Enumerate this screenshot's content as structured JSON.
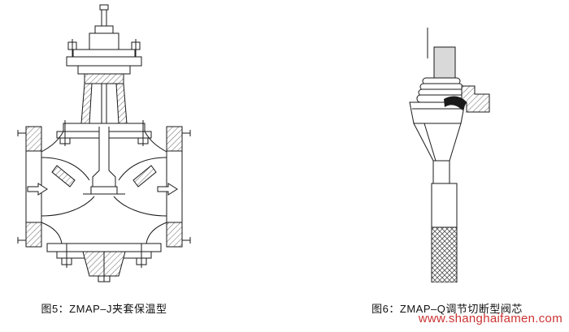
{
  "page": {
    "background": "#ffffff",
    "line_color": "#1a1a1a"
  },
  "figures": {
    "fig5": {
      "caption": "图5：ZMAP–J夹套保温型"
    },
    "fig6": {
      "caption": "图6：ZMAP–Q调节切断型阀芯"
    }
  },
  "watermark": {
    "text": "www.shanghaifamen.com",
    "color": "#cc3333"
  }
}
